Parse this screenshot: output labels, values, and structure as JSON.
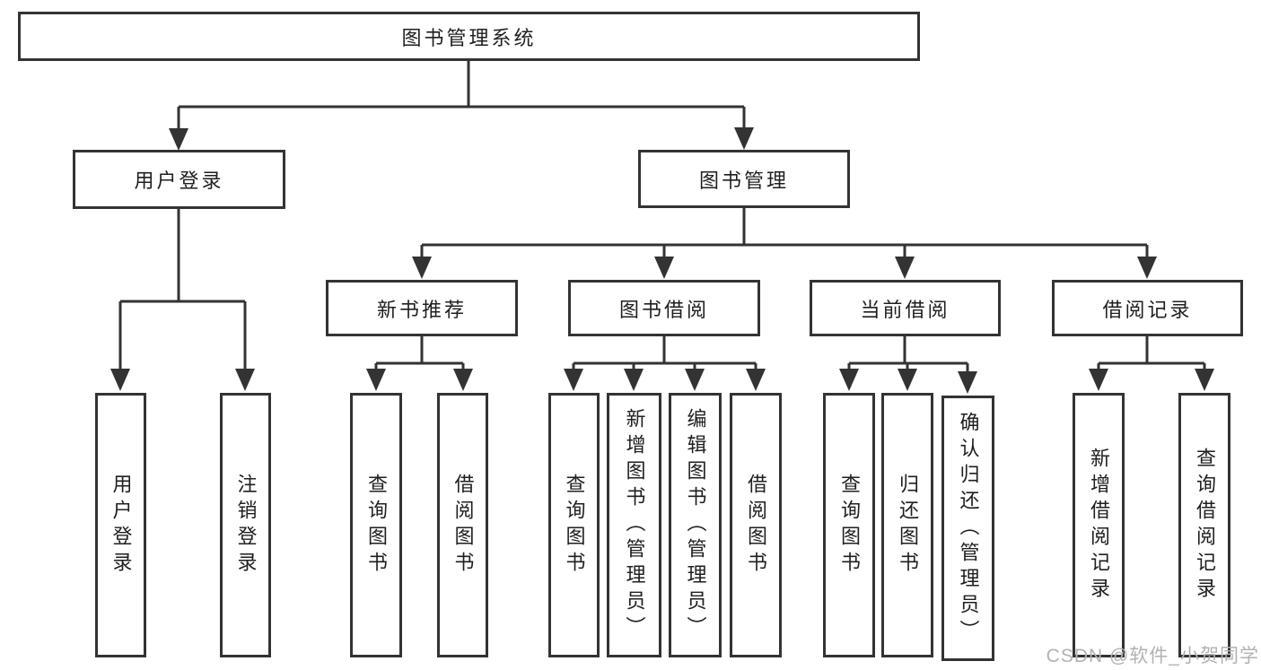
{
  "colors": {
    "line": "#333333",
    "text": "#1f1f1f",
    "background": "#ffffff",
    "watermark": "#b2b2b2"
  },
  "tree": {
    "root": {
      "label": "图书管理系统"
    },
    "branches": [
      {
        "label": "用户登录",
        "leaves": [
          {
            "label": "用户登录"
          },
          {
            "label": "注销登录"
          }
        ]
      },
      {
        "label": "图书管理",
        "groups": [
          {
            "label": "新书推荐",
            "leaves": [
              {
                "label": "查询图书"
              },
              {
                "label": "借阅图书"
              }
            ]
          },
          {
            "label": "图书借阅",
            "leaves": [
              {
                "label": "查询图书"
              },
              {
                "label": "新增图书（管理员）"
              },
              {
                "label": "编辑图书（管理员）"
              },
              {
                "label": "借阅图书"
              }
            ]
          },
          {
            "label": "当前借阅",
            "leaves": [
              {
                "label": "查询图书"
              },
              {
                "label": "归还图书"
              },
              {
                "label": "确认归还（管理员）"
              }
            ]
          },
          {
            "label": "借阅记录",
            "leaves": [
              {
                "label": "新增借阅记录"
              },
              {
                "label": "查询借阅记录"
              }
            ]
          }
        ]
      }
    ]
  },
  "watermark": {
    "text": "CSDN @软件_小贺同学"
  }
}
